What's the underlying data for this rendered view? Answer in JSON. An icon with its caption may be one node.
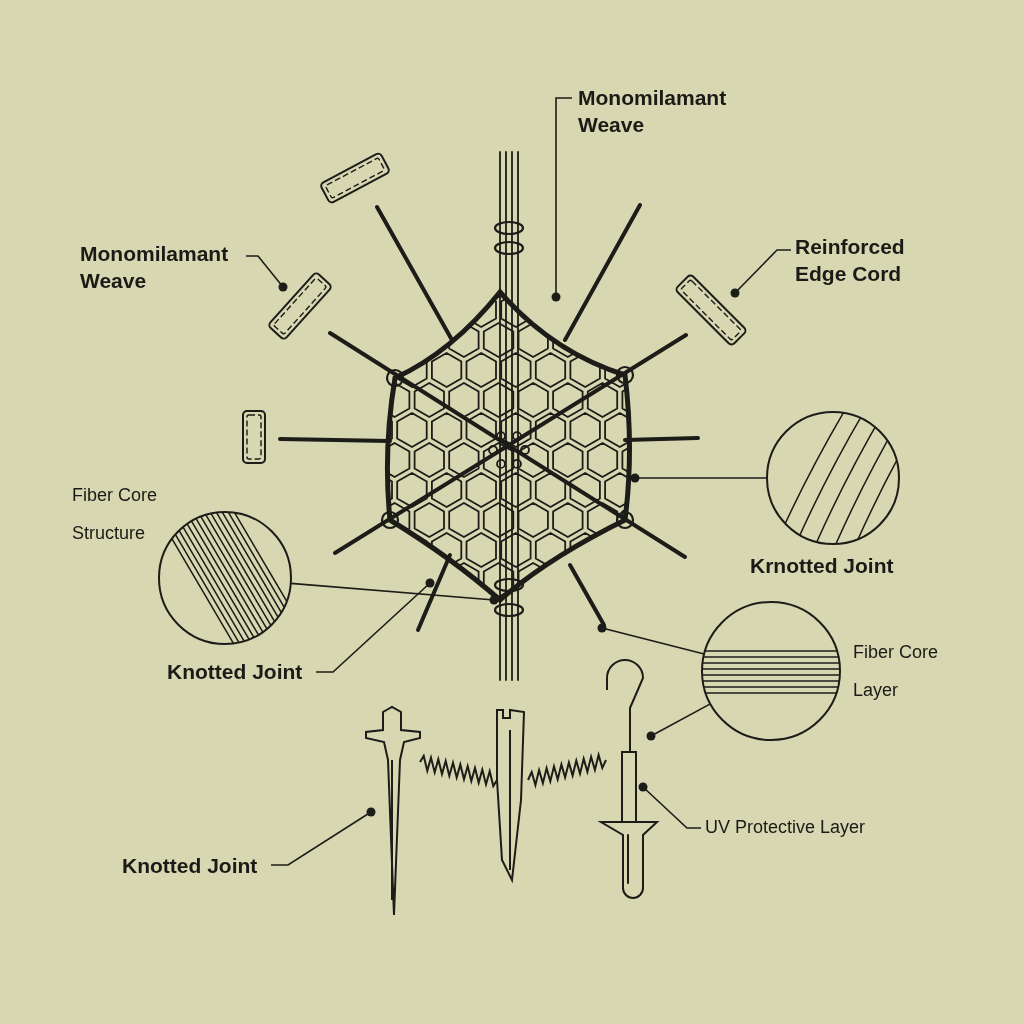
{
  "diagram": {
    "nodes": [
      {
        "text": [
          "Monomilamant Weave"
        ]
      },
      {
        "text": [
          "Monomilamant Weave"
        ]
      },
      {
        "text": [
          "Reinforced Edge Cord"
        ]
      },
      {
        "text": [
          "Fiber Core Structure"
        ]
      },
      {
        "text": [
          "Krnotted Joint"
        ]
      },
      {
        "text": [
          "Knotted Joint"
        ]
      },
      {
        "text": [
          "Fiber Core Layer"
        ]
      },
      {
        "text": [
          "Knotted Joint"
        ]
      },
      {
        "text": [
          "UV Protective Layer"
        ]
      }
    ],
    "edges": [
      {
        "from": 0,
        "to": null,
        "arrow": "other"
      },
      {
        "from": 1,
        "to": null,
        "arrow": "other"
      },
      {
        "from": 2,
        "to": null,
        "arrow": "other"
      },
      {
        "from": 3,
        "to": null,
        "arrow": "other"
      },
      {
        "from": 4,
        "to": null,
        "arrow": "other"
      },
      {
        "from": 5,
        "to": null,
        "arrow": "other"
      },
      {
        "from": 6,
        "to": null,
        "arrow": "other"
      },
      {
        "from": 6,
        "to": null,
        "arrow": "other"
      },
      {
        "from": 7,
        "to": null,
        "arrow": "other"
      },
      {
        "from": 8,
        "to": null,
        "arrow": "other"
      }
    ]
  }
}
